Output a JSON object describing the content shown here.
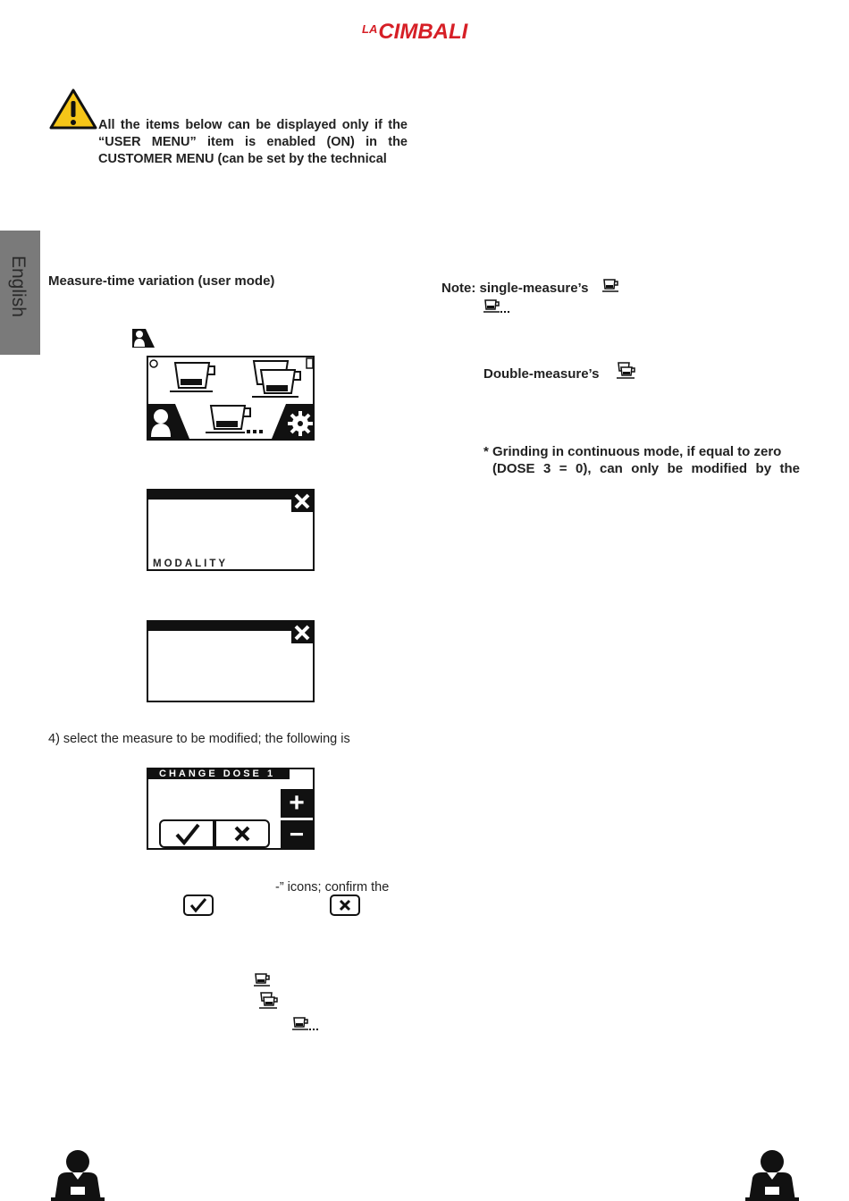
{
  "logo": {
    "prefix": "LA",
    "name": "CIMBALI"
  },
  "sidebar": {
    "language": "English"
  },
  "warning": {
    "text": "All the items below can be displayed only if the “USER MENU” item is enabled (ON) in the CUSTOMER MENU (can be set by the technical"
  },
  "left": {
    "heading": "Measure-time variation (user mode)",
    "screen2": {
      "footer": "MODALITY"
    },
    "step4": "4) select the measure to be modified; the following is",
    "change_dose": {
      "title": "CHANGE DOSE 1",
      "plus": "+",
      "minus": "−"
    },
    "icons_line": "-” icons; confirm the"
  },
  "right": {
    "note_label": "Note:",
    "note_single": "single-measure’s",
    "double": "Double-measure’s",
    "grinding_line1": "* Grinding in continuous mode, if equal to zero",
    "grinding_line2": "(DOSE 3 = 0), can only be modified by the"
  },
  "icons": [
    "warning-triangle-icon",
    "user-icon",
    "cup-single-icon",
    "cup-double-icon",
    "cup-continuous-icon",
    "settings-gear-icon",
    "close-icon",
    "check-icon",
    "plus-icon",
    "minus-icon",
    "barista-figure-icon"
  ],
  "colors": {
    "brand": "#d61f26",
    "warning": "#f5c518",
    "tab": "#7a7a7a"
  }
}
